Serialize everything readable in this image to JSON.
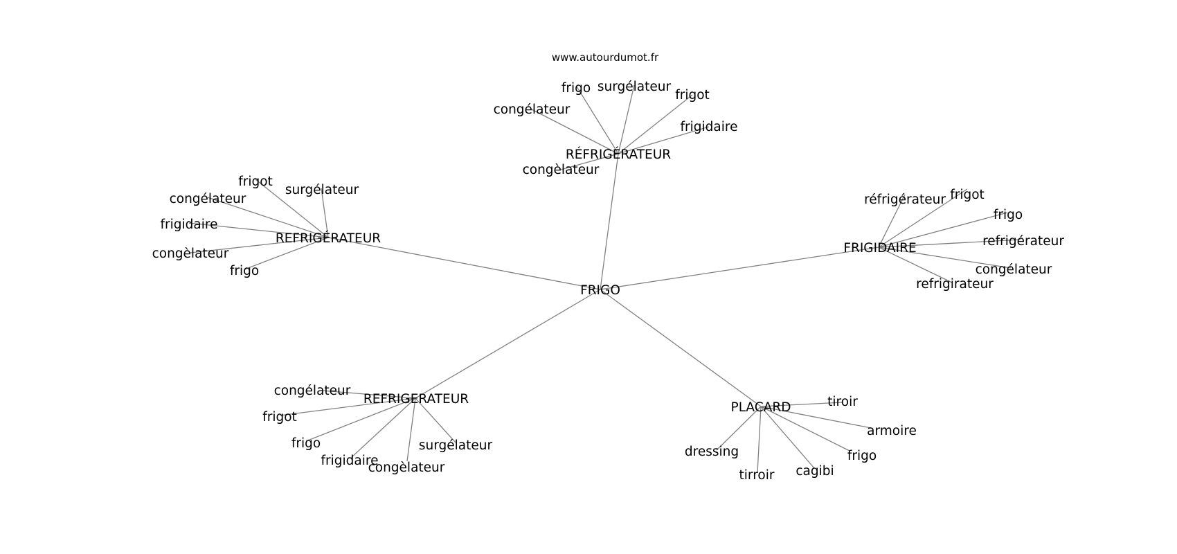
{
  "site": "www.autourdumot.fr",
  "root": "FRIGO",
  "clusters": [
    {
      "hub": "RÉFRIGÉRATEUR",
      "leaves": [
        "frigo",
        "surgélateur",
        "frigot",
        "congélateur",
        "frigidaire",
        "congèlateur"
      ]
    },
    {
      "hub": "REFRIGÉRATEUR",
      "leaves": [
        "frigot",
        "surgélateur",
        "congélateur",
        "frigidaire",
        "congèlateur",
        "frigo"
      ]
    },
    {
      "hub": "FRIGIDAIRE",
      "leaves": [
        "réfrigérateur",
        "frigot",
        "frigo",
        "refrigérateur",
        "congélateur",
        "refrigirateur"
      ]
    },
    {
      "hub": "REFRIGERATEUR",
      "leaves": [
        "congélateur",
        "frigot",
        "frigo",
        "frigidaire",
        "congèlateur",
        "surgélateur"
      ]
    },
    {
      "hub": "PLACARD",
      "leaves": [
        "tiroir",
        "armoire",
        "frigo",
        "cagibi",
        "tirroir",
        "dressing"
      ]
    }
  ]
}
